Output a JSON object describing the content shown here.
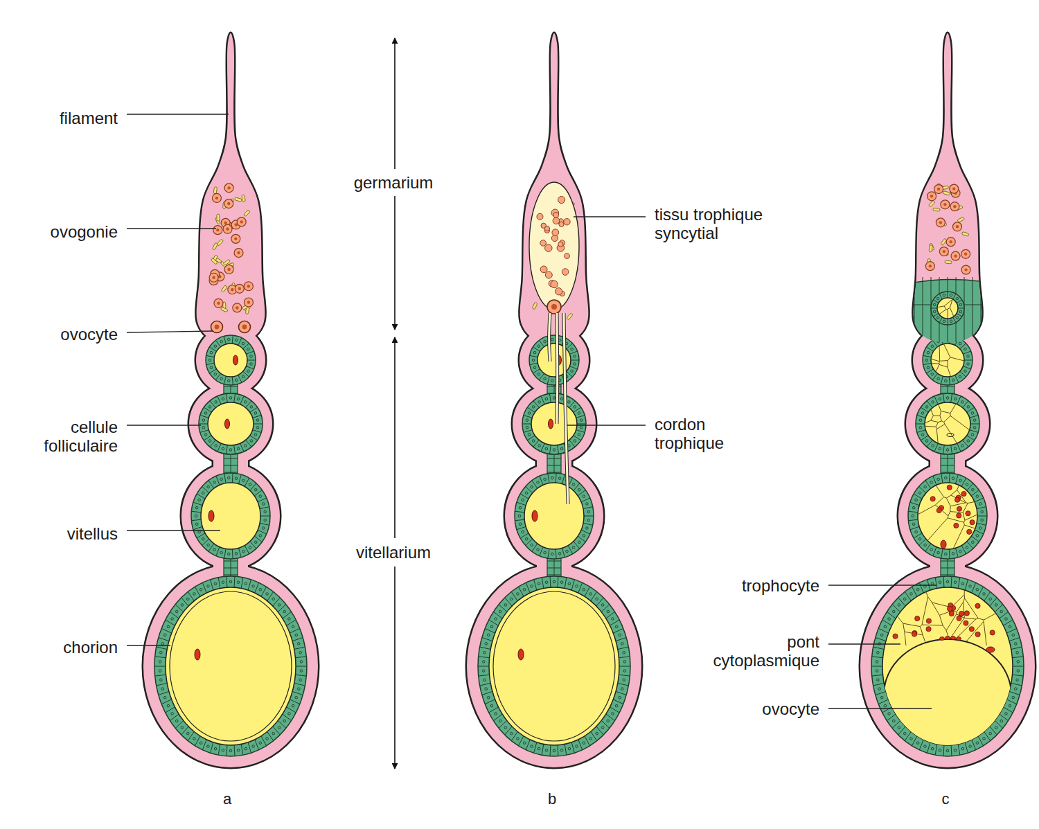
{
  "diagram": {
    "labels": [
      "filament",
      "ovogonie",
      "ovocyte",
      "cellule folliculaire",
      "vitellus",
      "chorion",
      "germarium",
      "vitellarium",
      "tissu trophique syncytial",
      "cordon trophique",
      "trophocyte",
      "pont cytoplasmique",
      "ovocyte",
      "a",
      "b",
      "c"
    ]
  }
}
